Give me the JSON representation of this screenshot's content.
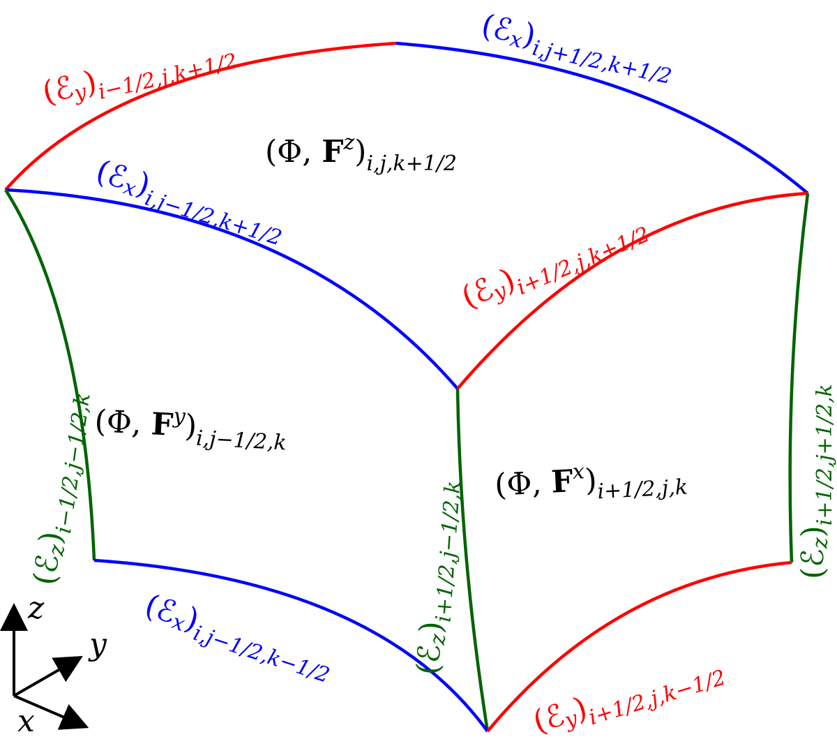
{
  "colors": {
    "x_edge": "#0000ff",
    "y_edge": "#ff0000",
    "z_edge": "#006400",
    "text": "#000000"
  },
  "edge_labels": {
    "ey_top_back": {
      "base": "(ℰ",
      "comp": "y",
      "close": ")",
      "sub": "i−1/2,j,k+1/2"
    },
    "ex_top_back": {
      "base": "(ℰ",
      "comp": "x",
      "close": ")",
      "sub": "i,j+1/2,k+1/2"
    },
    "ex_top_front": {
      "base": "(ℰ",
      "comp": "x",
      "close": ")",
      "sub": "i,j−1/2,k+1/2"
    },
    "ey_top_front": {
      "base": "(ℰ",
      "comp": "y",
      "close": ")",
      "sub": "i+1/2,j,k+1/2"
    },
    "ez_left": {
      "base": "(ℰ",
      "comp": "z",
      "close": ")",
      "sub": "i−1/2,j−1/2,k"
    },
    "ez_middle": {
      "base": "(ℰ",
      "comp": "z",
      "close": ")",
      "sub": "i+1/2,j−1/2,k"
    },
    "ez_right": {
      "base": "(ℰ",
      "comp": "z",
      "close": ")",
      "sub": "i+1/2,j+1/2,k"
    },
    "ex_bottom": {
      "base": "(ℰ",
      "comp": "x",
      "close": ")",
      "sub": "i,j−1/2,k−1/2"
    },
    "ey_bottom": {
      "base": "(ℰ",
      "comp": "y",
      "close": ")",
      "sub": "i+1/2,j,k−1/2"
    }
  },
  "face_labels": {
    "top": {
      "open": "(Φ, ",
      "field": "F",
      "sup": "z",
      "close": ")",
      "sub": "i,j,k+1/2"
    },
    "front": {
      "open": "(Φ, ",
      "field": "F",
      "sup": "y",
      "close": ")",
      "sub": "i,j−1/2,k"
    },
    "right": {
      "open": "(Φ, ",
      "field": "F",
      "sup": "x",
      "close": ")",
      "sub": "i+1/2,j,k"
    }
  },
  "axes": {
    "x": "x",
    "y": "y",
    "z": "z"
  }
}
